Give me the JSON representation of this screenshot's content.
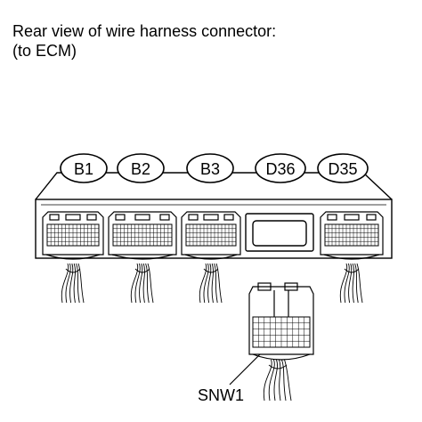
{
  "title": {
    "line1": "Rear view of wire harness connector:",
    "line2": "(to ECM)"
  },
  "connectors": [
    "B1",
    "B2",
    "B3",
    "D36",
    "D35"
  ],
  "sub_connector": "SNW1"
}
